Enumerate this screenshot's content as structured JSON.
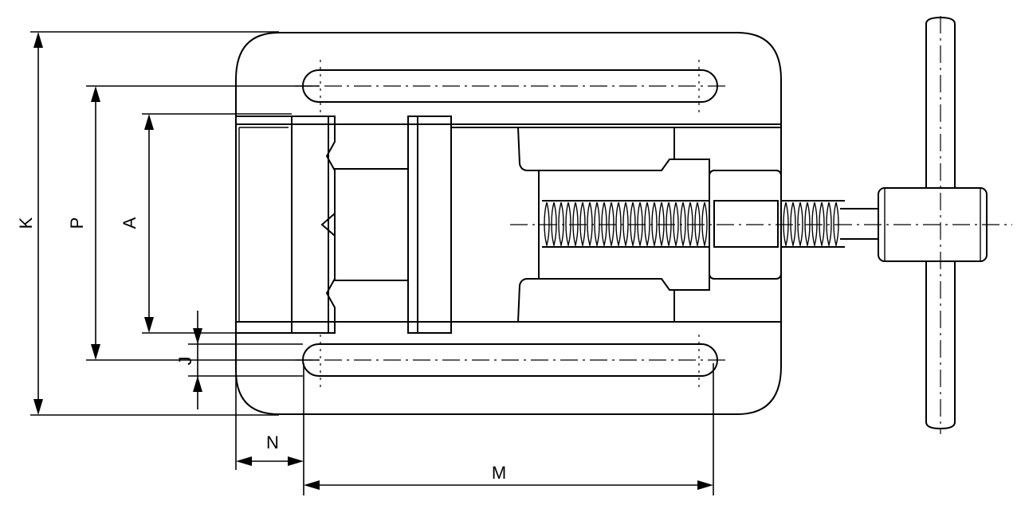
{
  "dimensions": {
    "K": "K",
    "P": "P",
    "A": "A",
    "J": "J",
    "N": "N",
    "M": "M"
  }
}
